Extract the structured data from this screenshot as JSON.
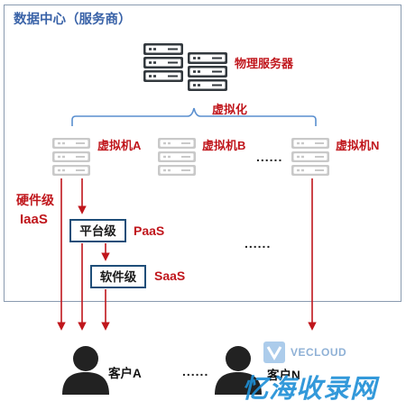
{
  "datacenter": {
    "title": "数据中心（服务商）"
  },
  "physical": {
    "label": "物理服务器"
  },
  "virtualization": {
    "label": "虚拟化"
  },
  "vms": [
    {
      "label": "虚拟机A"
    },
    {
      "label": "虚拟机B"
    },
    {
      "label": "虚拟机N"
    }
  ],
  "iaas": {
    "line1": "硬件级",
    "line2": "IaaS"
  },
  "paas": {
    "box": "平台级",
    "label": "PaaS"
  },
  "saas": {
    "box": "软件级",
    "label": "SaaS"
  },
  "ellipsis": {
    "vm_row": "......",
    "middle": "......",
    "customers": "......"
  },
  "customers": [
    {
      "label": "客户A"
    },
    {
      "label": "客户N"
    }
  ],
  "watermark": {
    "logo_text": "VECLOUD",
    "text": "忆海收录网"
  },
  "colors": {
    "frame": "#8a9bb0",
    "title": "#3a63a8",
    "accent": "#c0161c",
    "brace": "#5a8fcf",
    "box_border": "#1f4e79",
    "server_dark": "#33393e",
    "server_light": "#c9c9c9",
    "person": "#222222"
  }
}
